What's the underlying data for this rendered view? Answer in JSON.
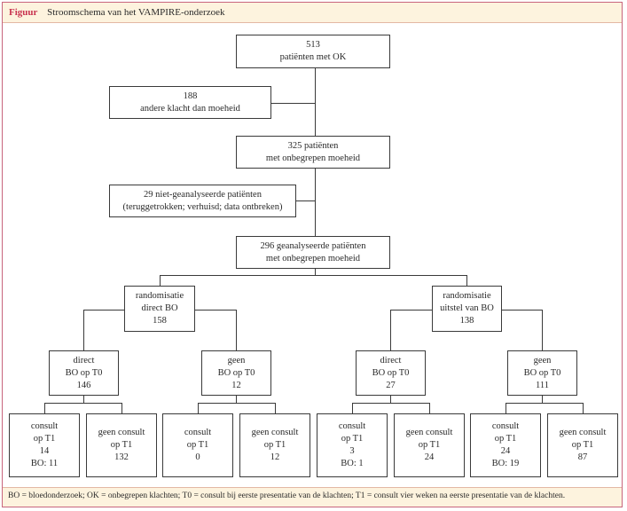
{
  "header": {
    "figure_label": "Figuur",
    "title": "Stroomschema van het VAMPIRE-onderzoek"
  },
  "nodes": {
    "top": {
      "count": "513",
      "label": "patiënten met OK"
    },
    "excluded_other": {
      "count": "188",
      "label": "andere klacht dan moeheid"
    },
    "unexplained": {
      "line1": "325 patiënten",
      "line2": "met onbegrepen moeheid"
    },
    "not_analysed": {
      "line1": "29 niet-geanalyseerde patiënten",
      "line2": "(teruggetrokken; verhuisd; data ontbreken)"
    },
    "analysed": {
      "line1": "296 geanalyseerde patiënten",
      "line2": "met onbegrepen moeheid"
    },
    "rand_direct": {
      "line1": "randomisatie",
      "line2": "direct BO",
      "count": "158"
    },
    "rand_delay": {
      "line1": "randomisatie",
      "line2": "uitstel van BO",
      "count": "138"
    },
    "d_direct": {
      "line1": "direct",
      "line2": "BO op T0",
      "count": "146"
    },
    "d_geen": {
      "line1": "geen",
      "line2": "BO op T0",
      "count": "12"
    },
    "u_direct": {
      "line1": "direct",
      "line2": "BO op T0",
      "count": "27"
    },
    "u_geen": {
      "line1": "geen",
      "line2": "BO op T0",
      "count": "111"
    },
    "l1": {
      "line1": "consult",
      "line2": "op T1",
      "count": "14",
      "extra": "BO: 11"
    },
    "l2": {
      "line1": "geen consult",
      "line2": "op T1",
      "count": "132"
    },
    "l3": {
      "line1": "consult",
      "line2": "op T1",
      "count": "0"
    },
    "l4": {
      "line1": "geen consult",
      "line2": "op T1",
      "count": "12"
    },
    "l5": {
      "line1": "consult",
      "line2": "op T1",
      "count": "3",
      "extra": "BO: 1"
    },
    "l6": {
      "line1": "geen consult",
      "line2": "op T1",
      "count": "24"
    },
    "l7": {
      "line1": "consult",
      "line2": "op T1",
      "count": "24",
      "extra": "BO: 19"
    },
    "l8": {
      "line1": "geen consult",
      "line2": "op T1",
      "count": "87"
    }
  },
  "footnote": "BO = bloedonderzoek; OK = onbegrepen klachten; T0 = consult bij eerste presentatie van de klachten; T1 = consult vier weken na eerste presentatie van de klachten.",
  "colors": {
    "frame_border": "#c8657d",
    "figure_label": "#c8334f",
    "panel_background": "#fdf3de",
    "line": "#3a3a3a"
  }
}
